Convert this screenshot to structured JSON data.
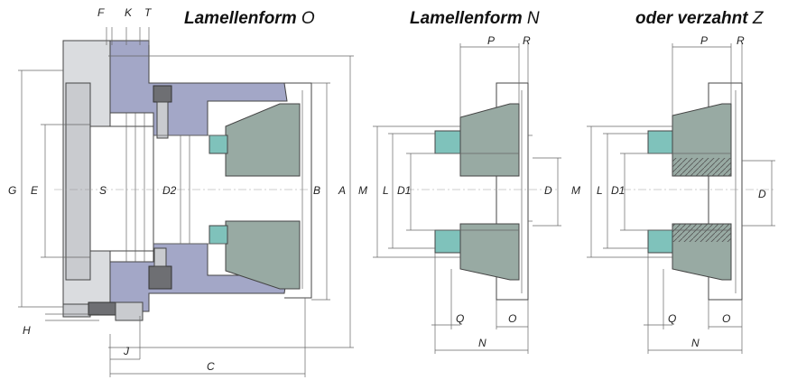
{
  "titles": {
    "form_o": {
      "bold": "Lamellenform",
      "letter": "O"
    },
    "form_n": {
      "bold": "Lamellenform",
      "letter": "N"
    },
    "form_z": {
      "bold": "oder verzahnt",
      "letter": "Z"
    }
  },
  "dimensions": {
    "form_o": [
      "F",
      "K",
      "T",
      "G",
      "E",
      "S",
      "D2",
      "B",
      "A",
      "H",
      "J",
      "C"
    ],
    "form_n": [
      "P",
      "R",
      "M",
      "L",
      "D1",
      "D",
      "Q",
      "O",
      "N"
    ],
    "form_z": [
      "P",
      "R",
      "M",
      "L",
      "D1",
      "D",
      "Q",
      "O",
      "N"
    ]
  }
}
